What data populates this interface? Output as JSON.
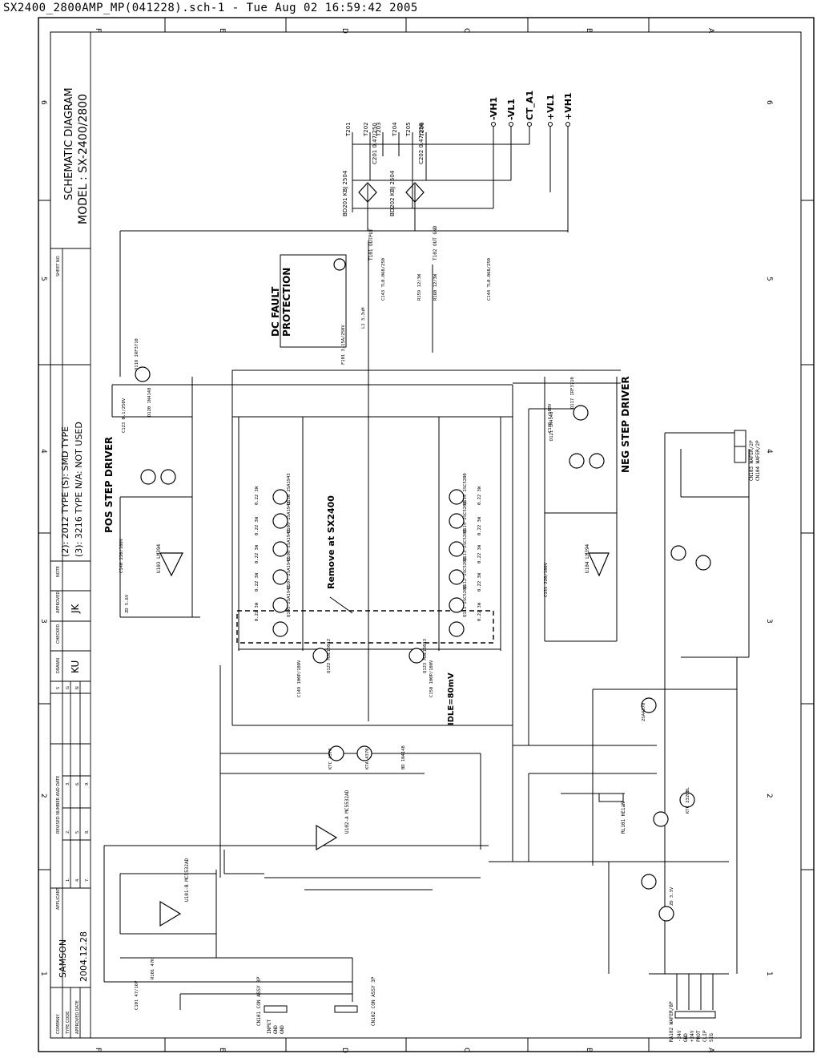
{
  "header": "SX2400_2800AMP_MP(041228).sch-1 - Tue Aug 02 16:59:42 2005",
  "zones_letters": [
    "F",
    "E",
    "D",
    "C",
    "B",
    "A"
  ],
  "zones_numbers": [
    "1",
    "2",
    "3",
    "4",
    "5",
    "6"
  ],
  "title_block": {
    "schematic": "SCHEMATIC DIAGRAM",
    "model": "MODEL :  SX-2400/2800",
    "company_label": "COMPANY",
    "company": "SAMSON",
    "date": "2004.12.28",
    "type_code_label": "TYPE CODE",
    "approved_date_label": "APPROVED DATE",
    "applicant_label": "APPLICANT",
    "revised_label": "REVISED NUMBER AND DATE",
    "rev_numbers": [
      "1.",
      "2.",
      "3.",
      "4.",
      "5.",
      "6.",
      "7.",
      "8.",
      "9."
    ],
    "drawn_label": "DRAWN",
    "drawn": "KU",
    "checked_label": "CHECKED",
    "approved_label": "APPROVED",
    "approved": "JK",
    "note_label": "NOTE",
    "sheet_label": "SHEET NO.",
    "sgn": [
      "S",
      "G",
      "N"
    ],
    "notes": [
      "(2): 2012 TYPE   (S): SMD TYPE",
      "(3): 3216 TYPE   N/A: NOT USED"
    ]
  },
  "blocks": {
    "pos_step": "POS STEP DRIVER",
    "neg_step": "NEG STEP DRIVER",
    "dc_fault": [
      "DC FAULT",
      "PROTECTION"
    ],
    "remove": "Remove at SX2400",
    "idle": "IDLE=80mV"
  },
  "rails": [
    "-VH1",
    "-VL1",
    "CT_A1",
    "+VL1",
    "+VH1"
  ],
  "terminals": [
    "T201",
    "T202",
    "T203",
    "T204",
    "T205",
    "T206"
  ],
  "bridges": [
    "BD201 KBJ 2504",
    "BD202 KBJ 2504"
  ],
  "labels": {
    "c201": "C201 0.47/250",
    "c202": "C202 0.47/250",
    "relay": "RL101 HE1aN",
    "output": "T101 OUTPUT",
    "out_gnd": "T102 OUT GND",
    "cn101": "CN101 CON ASSY 3P",
    "cn102": "CN102 CON ASSY 3P",
    "ra102": "RA102 WAFER/8P",
    "cn103": "CN103 WAFER/2P",
    "cn104": "CN104 WAFER/2P",
    "input_pins": [
      "INPUT",
      "GND",
      "GND"
    ],
    "ra_pins": [
      "-24V",
      "GND",
      "+24V",
      "PROT",
      "CLIP",
      "SIG"
    ],
    "u101": "U101-B MC5532AD",
    "u102": "U102-A MC5532AD",
    "u103": "U103 LM394",
    "u104": "U104 LM394"
  },
  "parts": {
    "q_upper": [
      "Q115 2SC5200",
      "Q114 2SC5200",
      "Q113 2SC5200",
      "Q112 2SC5200",
      "Q111 2SC5200"
    ],
    "q_lower": [
      "Q110 2SA1943",
      "Q109 2SA1943",
      "Q108 2SA1943",
      "Q107 2SA1943",
      "Q105 2SA1943"
    ],
    "drivers": [
      "Q122 MJE15032",
      "Q123 MJE15033",
      "Q118 IRF3710",
      "Q117 IRF3710"
    ],
    "small": [
      "KTC 4370",
      "KTC 2320BL",
      "KTA 4370",
      "2SA4370"
    ],
    "resistor_texts": [
      "0.22 3W",
      "0.22 3W",
      "0.22 3W",
      "0.22 3W",
      "0.22 3W",
      "0.22 3W",
      "0.22 3W",
      "0.22 3W",
      "0.22 3W",
      "0.22 3W"
    ],
    "misc": [
      "R159 12/3W",
      "R160 12/3W",
      "C143 TL0.068/250",
      "C144 TL0.068/250",
      "L1 3.3uH",
      "F101 3.15A/250V",
      "C150 100P/100V",
      "C149 100P/100V",
      "D120 1N4148",
      "D121 1N4148",
      "C123 0.1/250V",
      "C130 1/100V",
      "C140 220/100V",
      "C131 220/100V",
      "BD 1N4148",
      "ZD 5.6V",
      "ZD 3.3V",
      "R101 47K",
      "C101 47/16V"
    ]
  }
}
